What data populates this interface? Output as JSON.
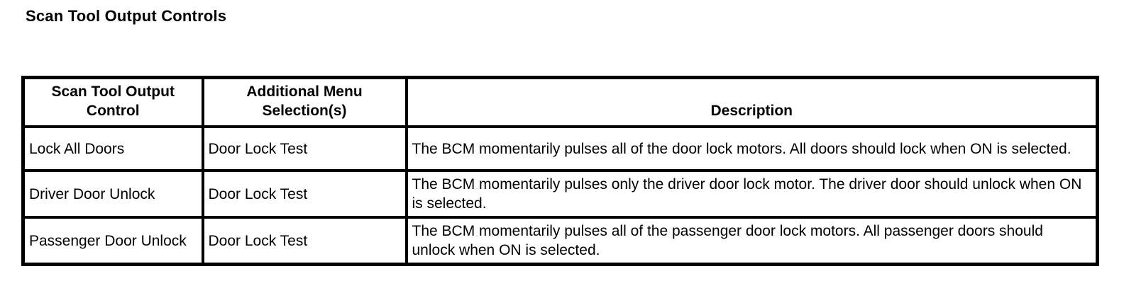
{
  "page": {
    "title": "Scan Tool Output Controls"
  },
  "table": {
    "columns": [
      {
        "label": "Scan Tool Output Control"
      },
      {
        "label": "Additional Menu Selection(s)"
      },
      {
        "label": "Description"
      }
    ],
    "rows": [
      {
        "control": "Lock All Doors",
        "menu": "Door Lock Test",
        "description": "The BCM momentarily pulses all of the door lock motors. All doors should lock when ON is selected."
      },
      {
        "control": "Driver Door Unlock",
        "menu": "Door Lock Test",
        "description": "The BCM momentarily pulses only the driver door lock motor. The driver door should unlock when ON is selected."
      },
      {
        "control": "Passenger Door Unlock",
        "menu": "Door Lock Test",
        "description": "The BCM momentarily pulses all of the passenger door lock motors. All passenger doors should unlock when ON is selected."
      }
    ]
  },
  "colors": {
    "text": "#000000",
    "border": "#000000",
    "background": "#ffffff"
  }
}
